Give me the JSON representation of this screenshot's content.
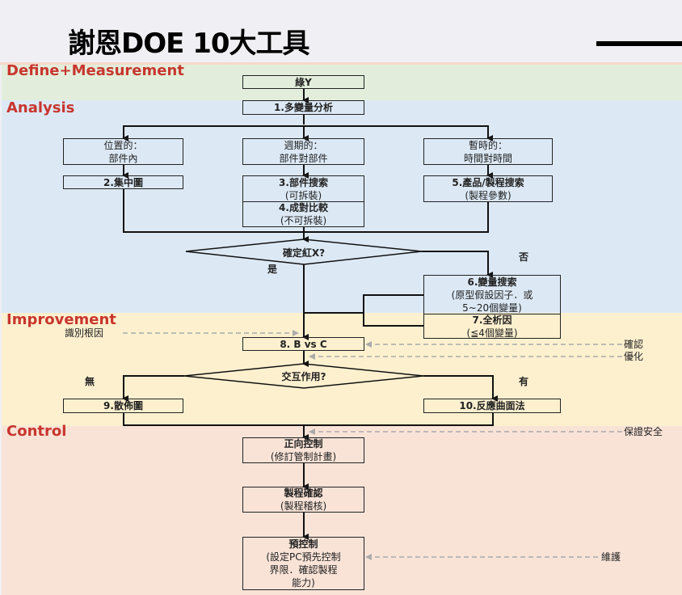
{
  "header": {
    "title": "謝恩DOE 10大工具"
  },
  "phases": {
    "define": "Define+Measurement",
    "analysis": "Analysis",
    "improvement": "Improvement",
    "control": "Control"
  },
  "colors": {
    "define_band": "#e2eedb",
    "analysis_band": "#dce9f5",
    "improvement_band": "#fdf0cf",
    "control_band": "#f9e3d7",
    "phase_label": "#c8362e"
  },
  "nodes": {
    "green_y": "綠Y",
    "step1": "1.多變量分析",
    "positional_title": "位置的：",
    "positional_sub": "部件內",
    "cyclical_title": "週期的：",
    "cyclical_sub": "部件對部件",
    "temporal_title": "暫時的：",
    "temporal_sub": "時間對時間",
    "step2": "2.集中圖",
    "step3_title": "3.部件搜索",
    "step3_sub": "(可拆裝)",
    "step4_title": "4.成對比較",
    "step4_sub": "(不可拆裝)",
    "step5_title": "5.產品/製程搜索",
    "step5_sub": "(製程參數)",
    "decision1": "確定紅X?",
    "yes": "是",
    "no": "否",
    "step6_title": "6.變量搜索",
    "step6_sub1": "(原型假設因子．或",
    "step6_sub2": "5~20個變量)",
    "step7_title": "7.全析因",
    "step7_sub": "(≦4個變量)",
    "step8": "8. B vs C",
    "decision2": "交互作用?",
    "none": "無",
    "has": "有",
    "step9": "9.散佈圖",
    "step10": "10.反應曲面法",
    "ctrl1_title": "正向控制",
    "ctrl1_sub": "(修訂管制計畫)",
    "ctrl2_title": "製程確認",
    "ctrl2_sub": "(製程稽核)",
    "ctrl3_title": "預控制",
    "ctrl3_sub1": "(設定PC預先控制",
    "ctrl3_sub2": "界限．確認製程",
    "ctrl3_sub3": "能力)"
  },
  "annotations": {
    "identify_root": "識別根因",
    "confirm": "確認",
    "optimize": "優化",
    "ensure_safety": "保證安全",
    "maintain": "維護"
  }
}
